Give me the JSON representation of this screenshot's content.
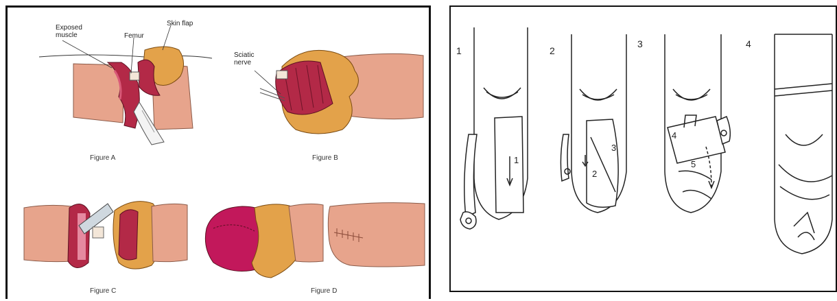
{
  "left": {
    "labels": {
      "exposed_muscle": "Exposed\nmuscle",
      "femur": "Femur",
      "skin_flap": "Skin flap",
      "sciatic_nerve": "Sciatic\nnerve"
    },
    "captions": {
      "a": "Figure A",
      "b": "Figure B",
      "c": "Figure C",
      "d": "Figure D"
    }
  },
  "right": {
    "step_numbers": [
      "1",
      "2",
      "3",
      "4"
    ],
    "arrow_numbers": [
      "1",
      "2",
      "3",
      "4",
      "5"
    ]
  },
  "colors": {
    "skin": "#e7a48c",
    "skin_dark": "#c9836a",
    "flap": "#e3a24a",
    "flap_dark": "#c97d22",
    "muscle": "#b32947",
    "muscle_light": "#d95a78",
    "line": "#333333"
  }
}
